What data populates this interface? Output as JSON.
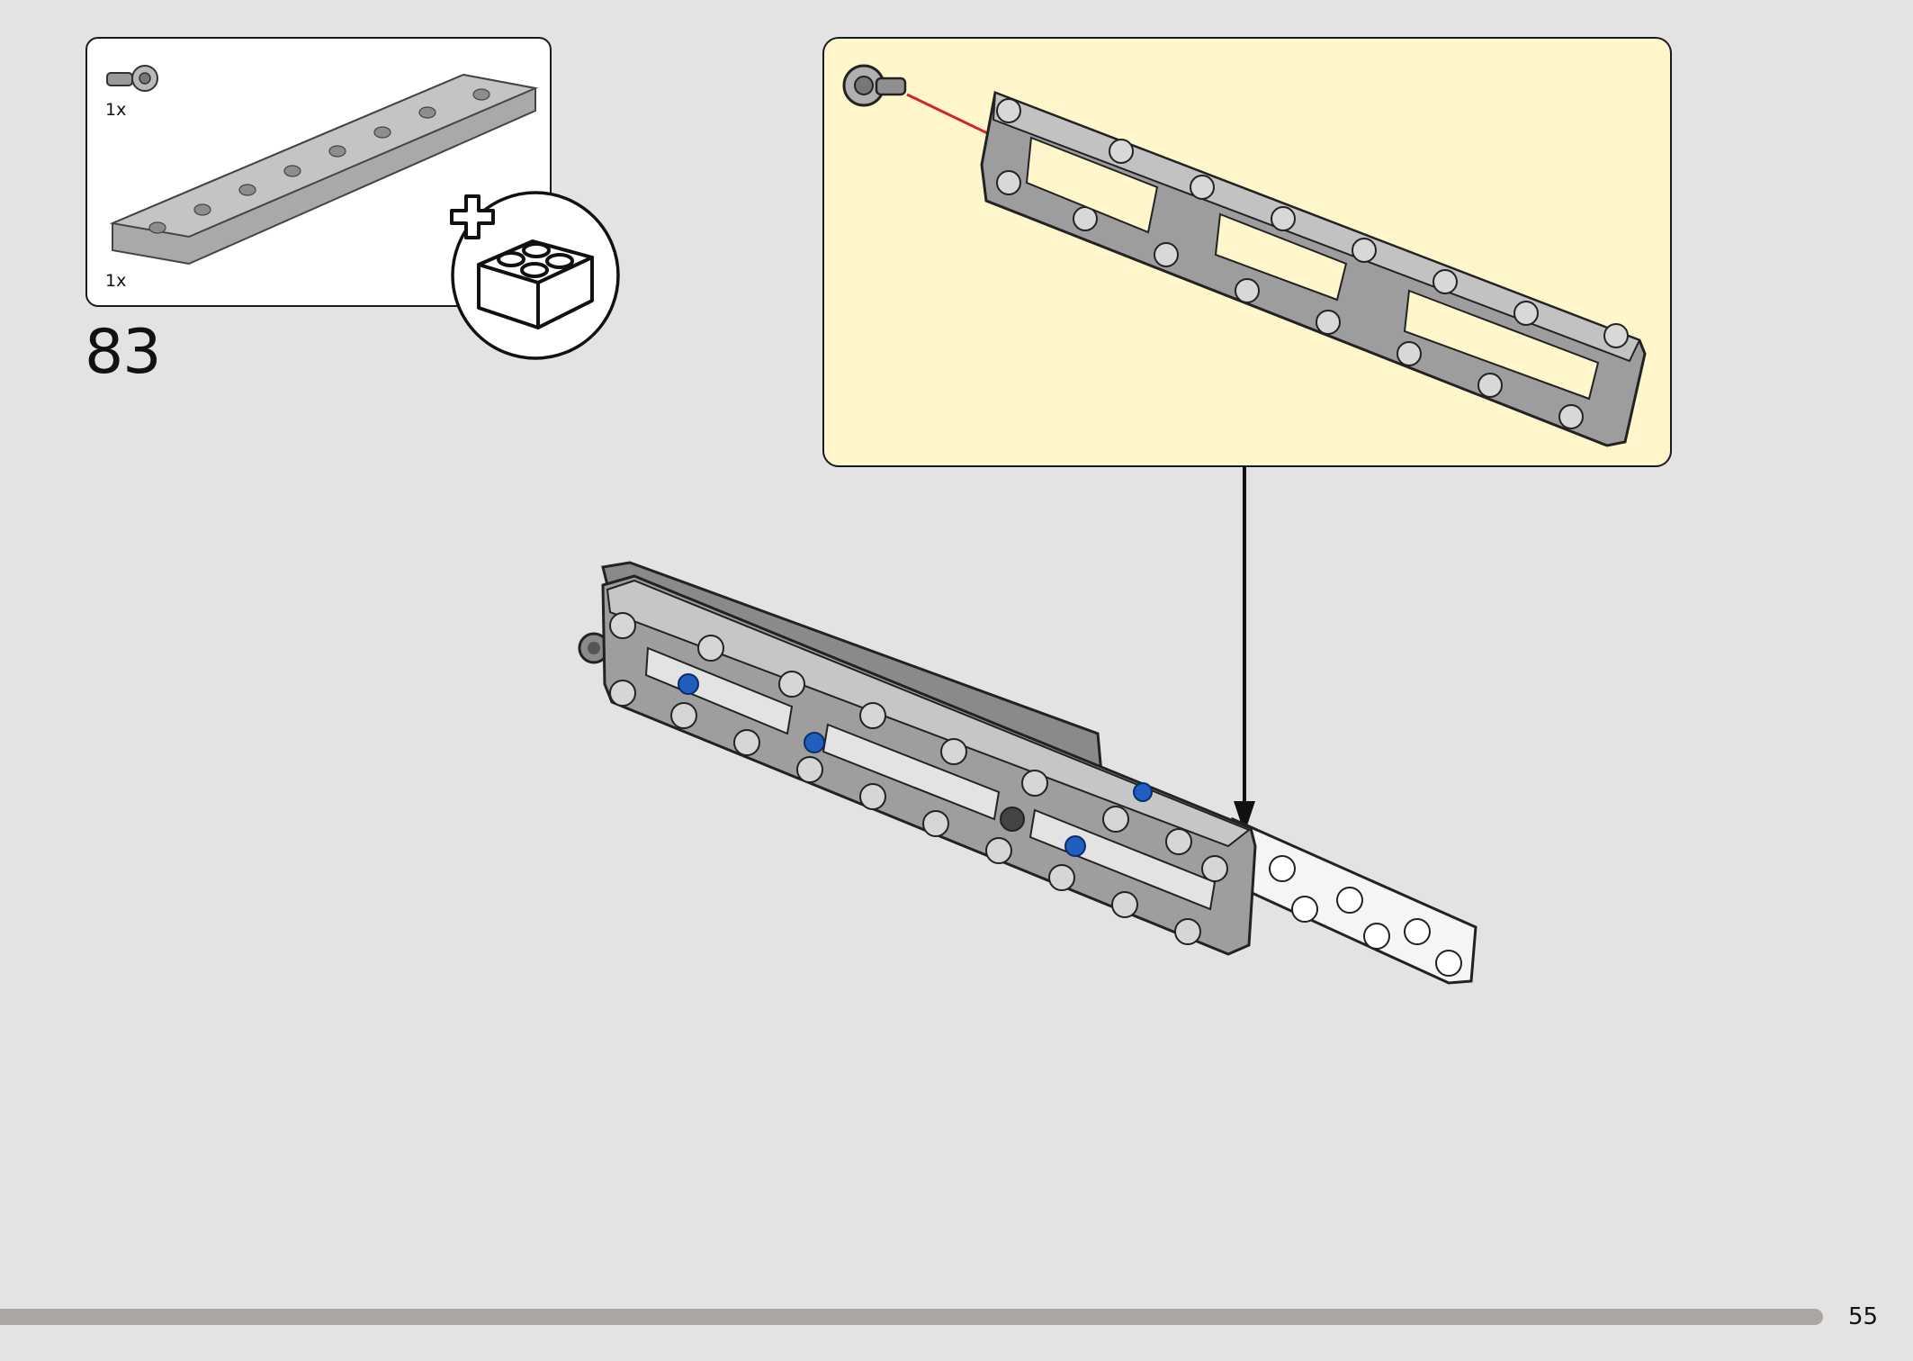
{
  "step": {
    "number": "83"
  },
  "parts_list": [
    {
      "qty": "1x",
      "part_icon": "connector-pin-icon"
    },
    {
      "qty": "1x",
      "part_icon": "beam-frame-icon"
    }
  ],
  "add_bricks_badge_icon": "add-bricks-icon",
  "callout_icon": "subassembly-callout",
  "page": {
    "number": "55"
  },
  "colors": {
    "background": "#e3e3e3",
    "callout": "#fff6cc",
    "arrow": "#d0252b",
    "beam_gray": "#b3b3b3",
    "pin_blue": "#1f5fbf",
    "page_bar": "#aaa6a3"
  }
}
